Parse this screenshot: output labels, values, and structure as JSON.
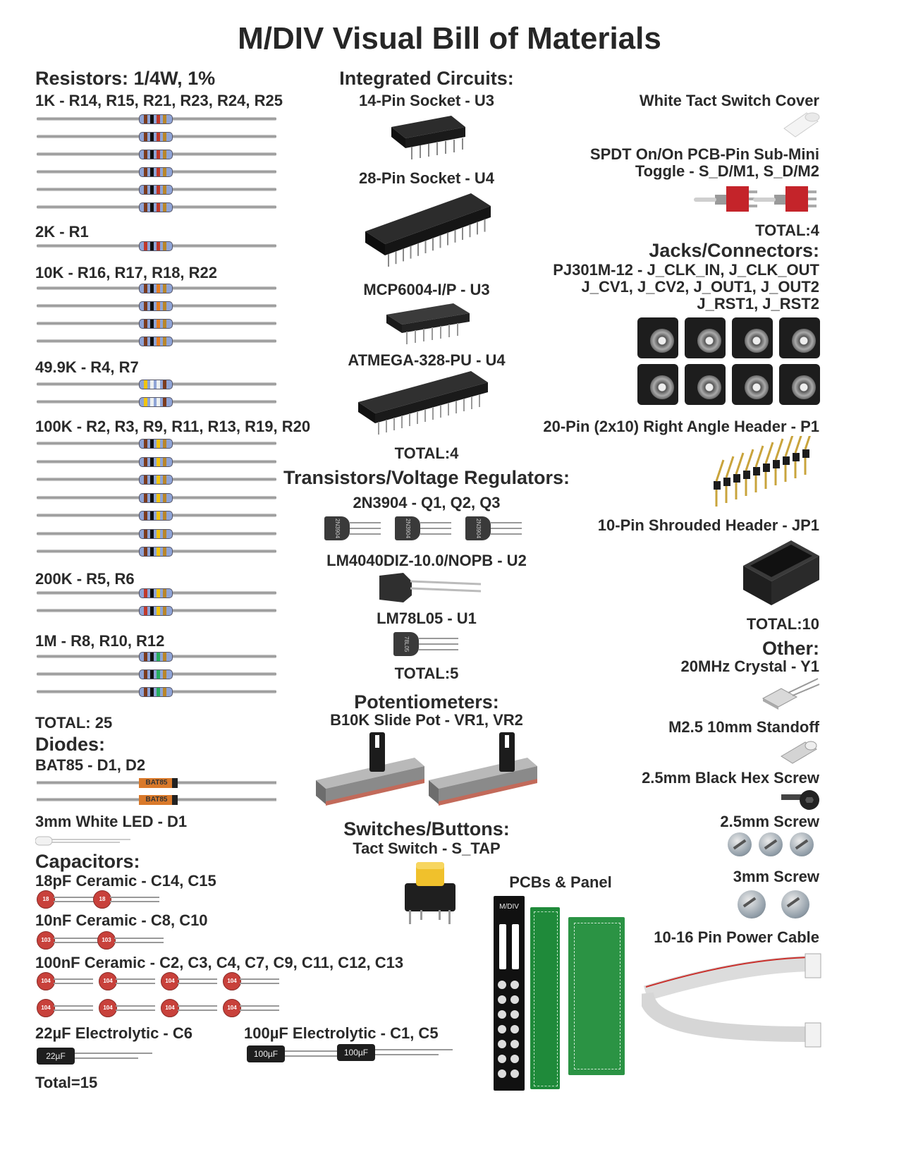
{
  "title": "M/DIV Visual Bill of Materials",
  "resistors": {
    "heading": "Resistors: 1/4W, 1%",
    "groups": [
      {
        "label": "1K - R14, R15, R21, R23, R24, R25",
        "count": 6
      },
      {
        "label": "2K - R1",
        "count": 1
      },
      {
        "label": "10K - R16, R17, R18, R22",
        "count": 4
      },
      {
        "label": "49.9K - R4, R7",
        "count": 2
      },
      {
        "label": "100K - R2, R3, R9, R11, R13, R19, R20",
        "count": 7
      },
      {
        "label": "200K - R5, R6",
        "count": 2
      },
      {
        "label": "1M - R8, R10, R12",
        "count": 3
      }
    ],
    "total": "TOTAL: 25"
  },
  "diodes": {
    "heading": "Diodes:",
    "bat85_label": "BAT85 - D1, D2",
    "bat85_marking": "BAT85",
    "led_label": "3mm White LED - D1"
  },
  "capacitors": {
    "heading": "Capacitors:",
    "c18_label": "18pF Ceramic - C14, C15",
    "c18_marking": "18",
    "c10n_label": "10nF Ceramic - C8, C10",
    "c10n_marking": "103",
    "c100n_label": "100nF Ceramic - C2, C3, C4, C7, C9, C11, C12, C13",
    "c100n_marking": "104",
    "e22_label": "22µF Electrolytic - C6",
    "e22_marking": "22µF",
    "e100_label": "100µF Electrolytic - C1, C5",
    "e100_marking": "100µF",
    "total": "Total=15"
  },
  "ics": {
    "heading": "Integrated Circuits:",
    "socket14": "14-Pin Socket - U3",
    "socket28": "28-Pin Socket - U4",
    "mcp": "MCP6004-I/P - U3",
    "atmega": "ATMEGA-328-PU - U4",
    "total": "TOTAL:4"
  },
  "transistors": {
    "heading": "Transistors/Voltage Regulators:",
    "q_label": "2N3904 - Q1, Q2, Q3",
    "q_marking": "2N3904",
    "lm4040": "LM4040DIZ-10.0/NOPB - U2",
    "lm78": "LM78L05 - U1",
    "lm78_marking": "78L05",
    "total": "TOTAL:5"
  },
  "pots": {
    "heading": "Potentiometers:",
    "label": "B10K Slide Pot - VR1, VR2"
  },
  "switches": {
    "heading": "Switches/Buttons:",
    "label": "Tact Switch - S_TAP"
  },
  "pcbs": {
    "heading": "PCBs & Panel",
    "panel_text": "M/DIV"
  },
  "right": {
    "tact_cover": "White Tact Switch Cover",
    "toggle_line1": "SPDT On/On PCB-Pin Sub-Mini",
    "toggle_line2": "Toggle - S_D/M1, S_D/M2",
    "total4": "TOTAL:4",
    "jacks_heading": "Jacks/Connectors:",
    "jacks_line1": "PJ301M-12 - J_CLK_IN, J_CLK_OUT",
    "jacks_line2": "J_CV1, J_CV2, J_OUT1, J_OUT2",
    "jacks_line3": "J_RST1, J_RST2",
    "header20": "20-Pin (2x10) Right Angle Header - P1",
    "header10": "10-Pin Shrouded Header - JP1",
    "total10": "TOTAL:10",
    "other_heading": "Other:",
    "crystal": "20MHz Crystal - Y1",
    "standoff": "M2.5 10mm Standoff",
    "hexscrew": "2.5mm Black Hex Screw",
    "screw25": "2.5mm Screw",
    "screw3": "3mm Screw",
    "cable": "10-16 Pin Power Cable"
  }
}
